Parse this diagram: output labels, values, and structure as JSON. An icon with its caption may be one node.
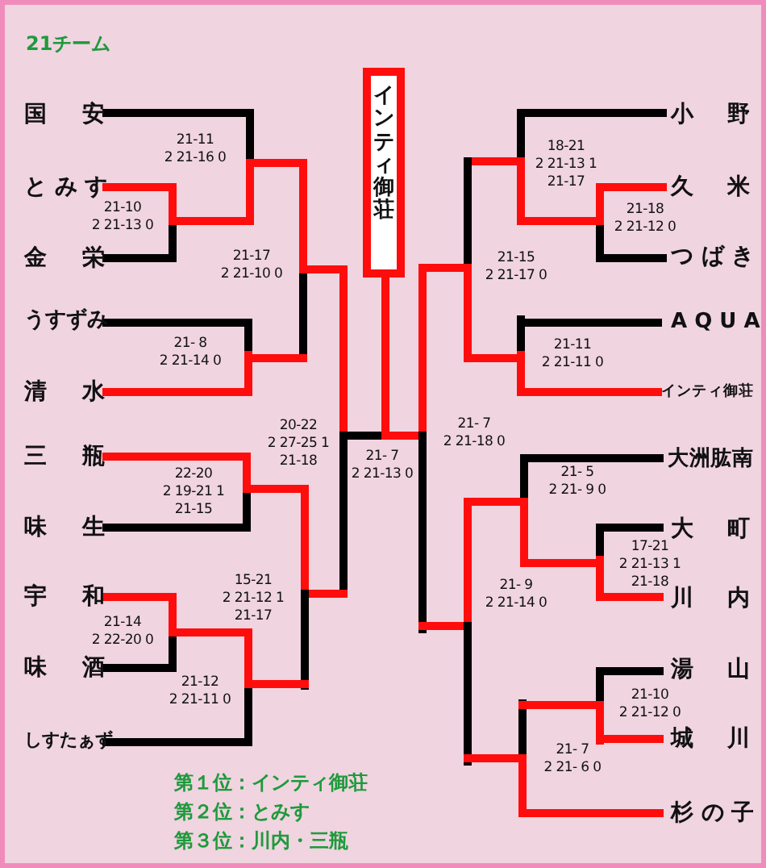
{
  "diagram": {
    "title": "21チーム",
    "nodes": [
      {
        "text": [
          "国 安"
        ]
      },
      {
        "text": [
          "と み す"
        ]
      },
      {
        "text": [
          "金 栄"
        ]
      },
      {
        "text": [
          "うすずみ"
        ]
      },
      {
        "text": [
          "清 水"
        ]
      },
      {
        "text": [
          "三 瓶"
        ]
      },
      {
        "text": [
          "味 生"
        ]
      },
      {
        "text": [
          "宇 和"
        ]
      },
      {
        "text": [
          "味 酒"
        ]
      },
      {
        "text": [
          "しすたぁず"
        ]
      },
      {
        "text": [
          "インティ御荘"
        ]
      },
      {
        "text": [
          "小 野"
        ]
      },
      {
        "text": [
          "久 米"
        ]
      },
      {
        "text": [
          "つ ば き"
        ]
      },
      {
        "text": [
          "A Q U A"
        ]
      },
      {
        "text": [
          "インティ御荘"
        ]
      },
      {
        "text": [
          "大洲肱南"
        ]
      },
      {
        "text": [
          "大 町"
        ]
      },
      {
        "text": [
          "川 内"
        ]
      },
      {
        "text": [
          "湯 山"
        ]
      },
      {
        "text": [
          "城 川"
        ]
      },
      {
        "text": [
          "杉 の 子"
        ]
      }
    ],
    "labels": [
      "21-11",
      "2 21-16 0",
      "18-21",
      "2 21-13 1",
      "21-17",
      "21-10",
      "2 21-13 0",
      "21-18",
      "2 21-12 0",
      "21-17",
      "2 21-10 0",
      "21-15",
      "2 21-17 0",
      "21- 8",
      "2 21-14 0",
      "21-11",
      "2 21-11 0",
      "20-22",
      "2 27-25 1",
      "21-18",
      "21- 7",
      "2 21-18 0",
      "21- 7",
      "2 21-13 0",
      "21- 5",
      "2 21- 9 0",
      "22-20",
      "2 19-21 1",
      "21-15",
      "17-21",
      "2 21-13 1",
      "21-18",
      "15-21",
      "2 21-12 1",
      "21-17",
      "21- 9",
      "2 21-14 0",
      "21-14",
      "2 22-20 0",
      "21-12",
      "2 21-11 0",
      "21-10",
      "2 21-12 0",
      "21- 7",
      "2 21- 6 0",
      "第１位：インティ御荘",
      "第２位：とみす",
      "第３位：川内・三瓶"
    ]
  }
}
